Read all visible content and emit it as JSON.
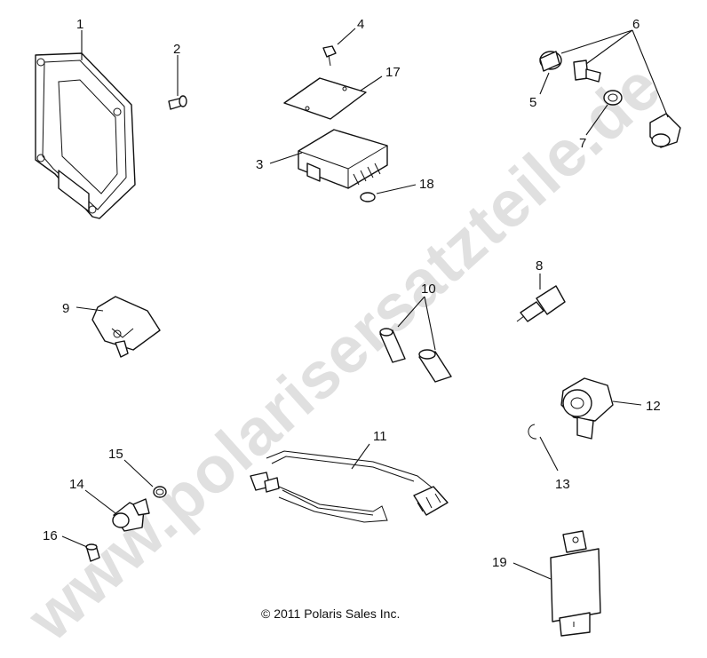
{
  "watermark": "www.polarisersatzteile.de",
  "copyright": "© 2011 Polaris Sales Inc.",
  "callouts": [
    "1",
    "2",
    "3",
    "4",
    "5",
    "6",
    "7",
    "8",
    "9",
    "10",
    "11",
    "12",
    "13",
    "14",
    "15",
    "16",
    "17",
    "18",
    "19"
  ],
  "colors": {
    "line": "#111111",
    "watermark": "#c8c8c8",
    "background": "#ffffff"
  }
}
